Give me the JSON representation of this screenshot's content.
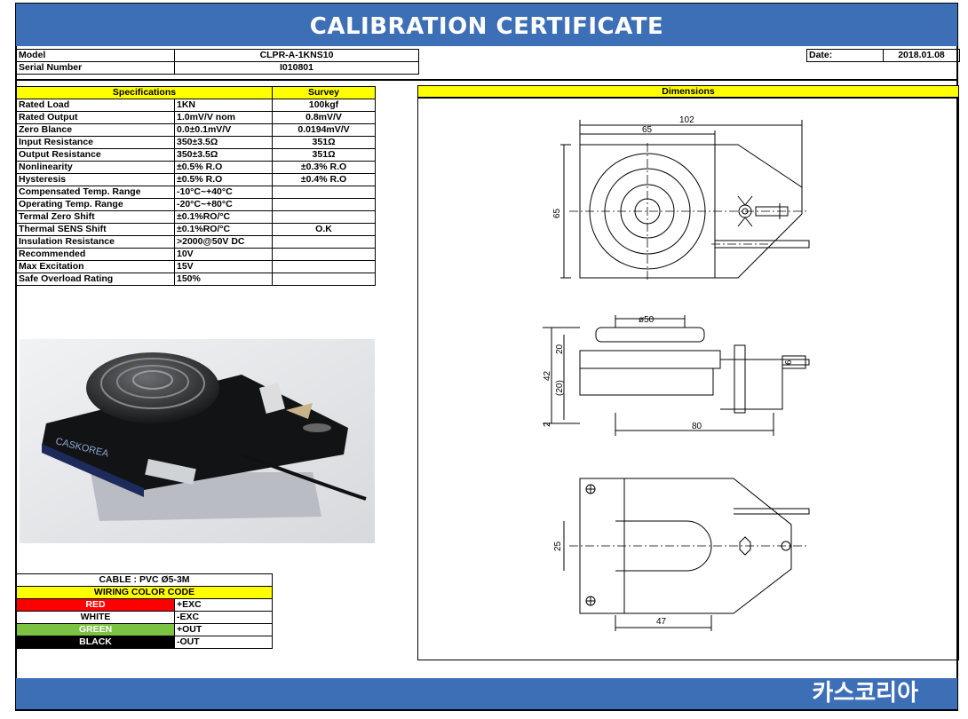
{
  "title": "CALIBRATION CERTIFICATE",
  "model_label": "Model",
  "model_value": "CLPR-A-1KNS10",
  "serial_label": "Serial Number",
  "serial_value": "I010801",
  "date_label": "Date:",
  "date_value": "2018.01.08",
  "spec_header": "Specifications",
  "survey_header": "Survey",
  "dimensions_header": "Dimensions",
  "specs": [
    {
      "name": "Rated Load",
      "value": "1KN",
      "survey": "100kgf"
    },
    {
      "name": "Rated Output",
      "value": "1.0mV/V nom",
      "survey": "0.8mV/V"
    },
    {
      "name": "Zero Blance",
      "value": "0.0±0.1mV/V",
      "survey": "0.0194mV/V"
    },
    {
      "name": "Input Resistance",
      "value": "350±3.5Ω",
      "survey": "351Ω"
    },
    {
      "name": "Output Resistance",
      "value": "350±3.5Ω",
      "survey": "351Ω"
    },
    {
      "name": "Nonlinearity",
      "value": "±0.5% R.O",
      "survey": "±0.3% R.O"
    },
    {
      "name": "Hysteresis",
      "value": "±0.5% R.O",
      "survey": "±0.4% R.O"
    },
    {
      "name": "Compensated Temp. Range",
      "value": "-10°C~+40°C",
      "survey": ""
    },
    {
      "name": "Operating Temp. Range",
      "value": "-20°C~+80°C",
      "survey": ""
    },
    {
      "name": "Termal Zero Shift",
      "value": "±0.1%RO/°C",
      "survey": ""
    },
    {
      "name": "Thermal SENS Shift",
      "value": "±0.1%RO/°C",
      "survey": "O.K"
    },
    {
      "name": "Insulation Resistance",
      "value": ">2000@50V DC",
      "survey": ""
    },
    {
      "name": "Recommended",
      "value": "10V",
      "survey": ""
    },
    {
      "name": "Max Excitation",
      "value": "15V",
      "survey": ""
    },
    {
      "name": "Safe Overload Rating",
      "value": "150%",
      "survey": ""
    }
  ],
  "cable": "CABLE : PVC Ø5-3M",
  "wiring_header": "WIRING COLOR CODE",
  "wiring": [
    {
      "color": "RED",
      "signal": "+EXC",
      "bg": "#ff0000",
      "fg": "#ffffff"
    },
    {
      "color": "WHITE",
      "signal": "-EXC",
      "bg": "#ffffff",
      "fg": "#000000"
    },
    {
      "color": "GREEN",
      "signal": "+OUT",
      "bg": "#7cc243",
      "fg": "#ffffff"
    },
    {
      "color": "BLACK",
      "signal": "-OUT",
      "bg": "#000000",
      "fg": "#ffffff"
    }
  ],
  "photo_brand": "CASKOREA",
  "dims": {
    "d102": "102",
    "d65w": "65",
    "d65h": "65",
    "d50": "ø50",
    "d20": "20",
    "d42": "42",
    "d20p": "(20)",
    "d2": "2",
    "d6": "6",
    "d80": "80",
    "d25": "25",
    "d47": "47"
  },
  "footer": "카스코리아",
  "colors": {
    "banner": "#3d6fb6",
    "header_yellow": "#ffff00"
  }
}
